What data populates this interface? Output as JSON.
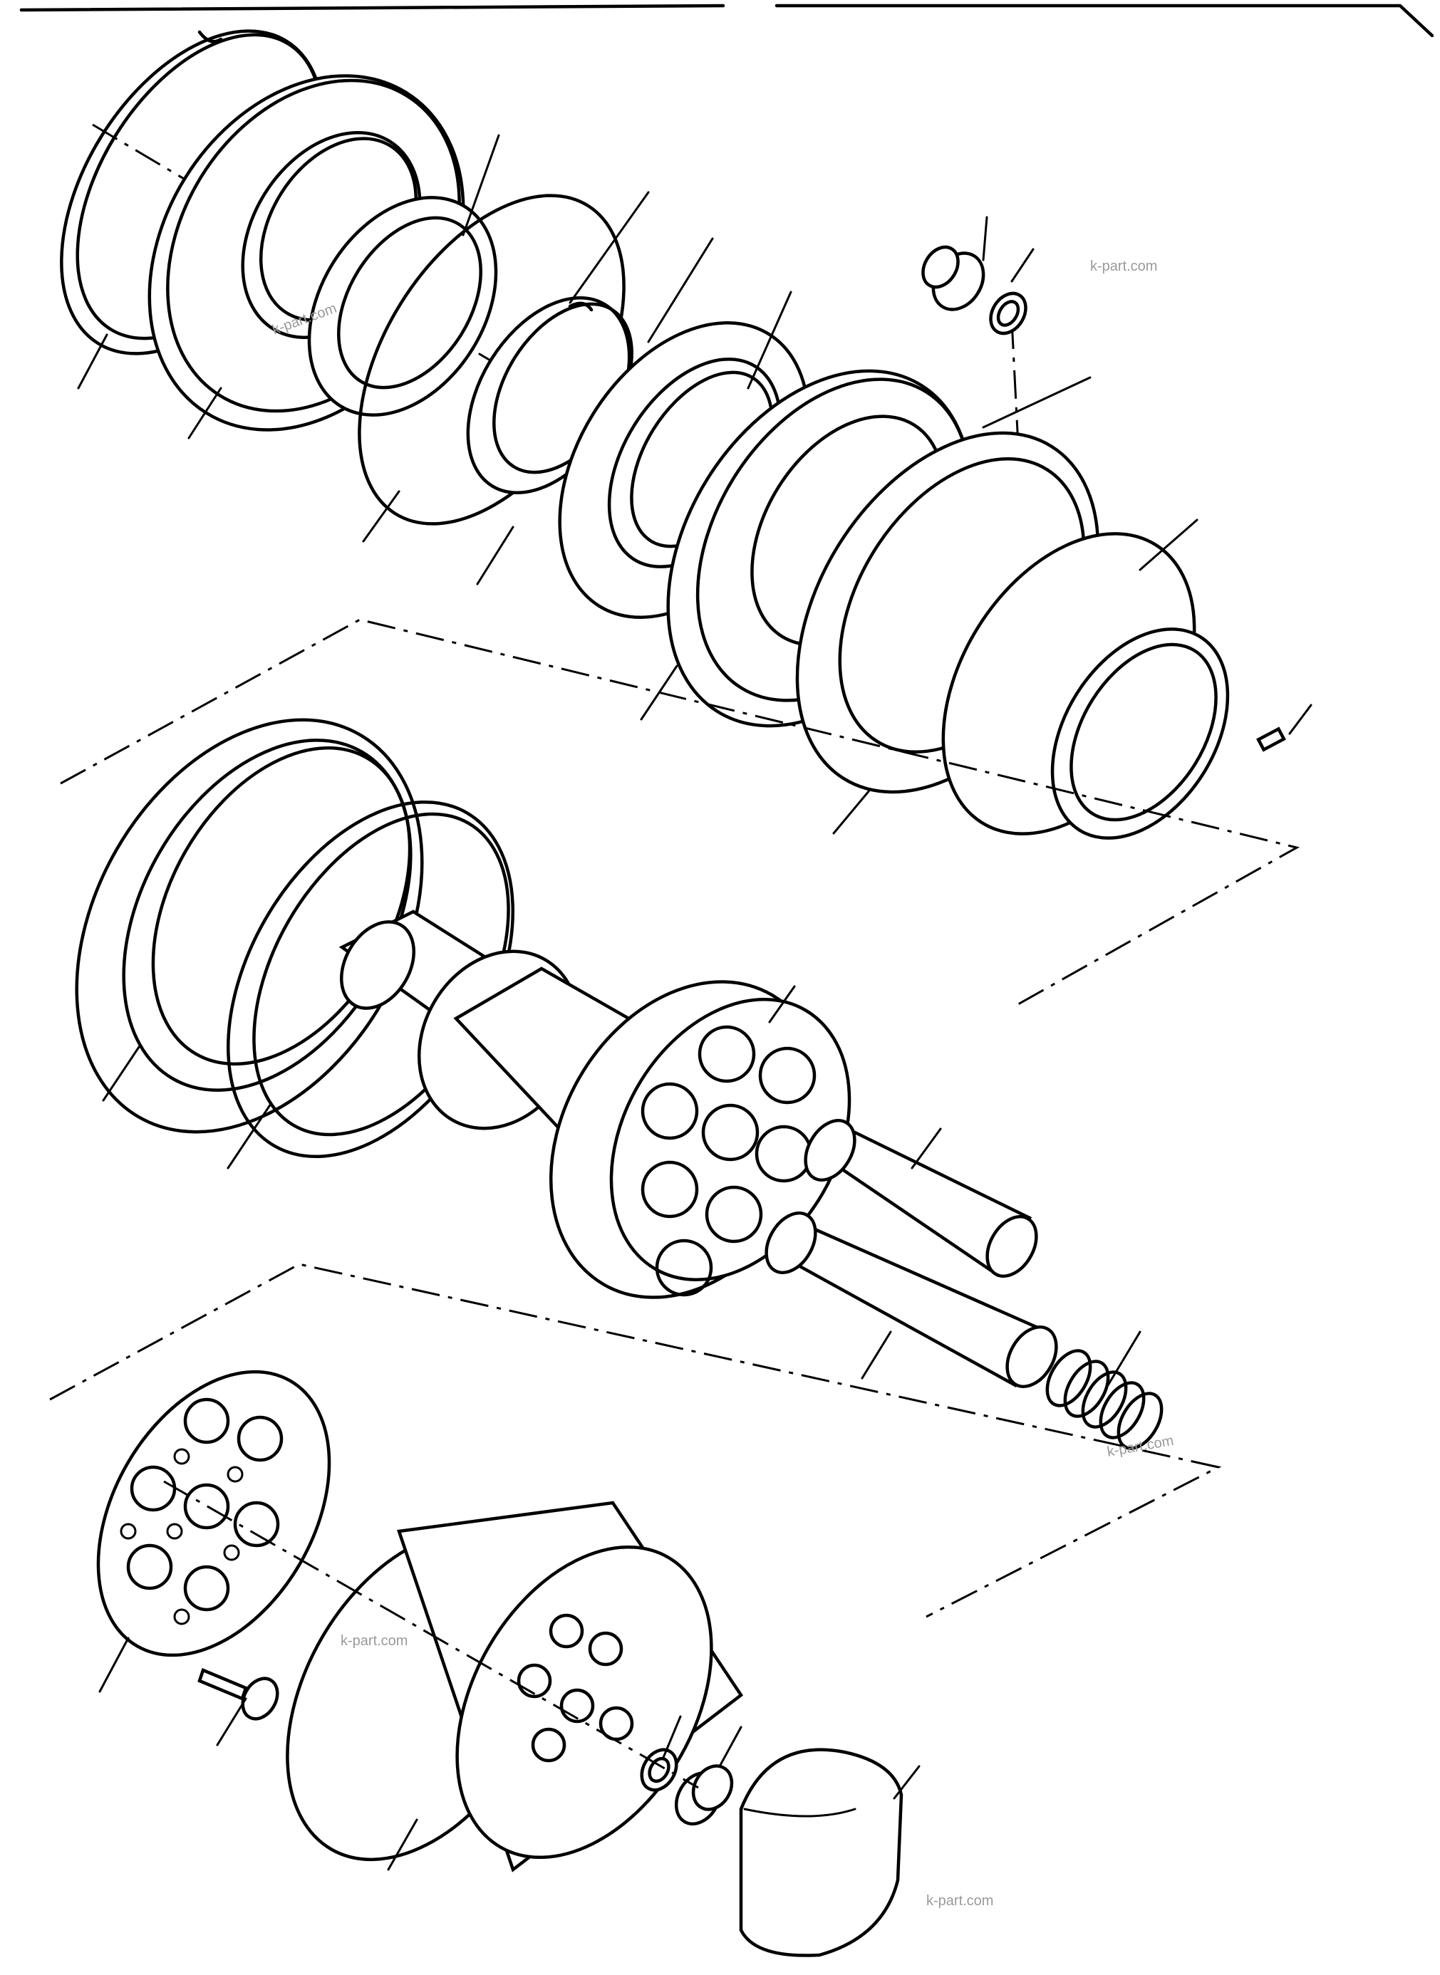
{
  "watermark": {
    "text": "k-part.com",
    "color": "#9a9a9a"
  },
  "colors": {
    "line": "#000000",
    "background": "#ffffff"
  },
  "diagram": {
    "kind": "exploded-parts-view",
    "groups": [
      "end-cover-and-bearing-stack",
      "shaft-and-pistons",
      "valve-plate-and-cylinder-block"
    ]
  }
}
